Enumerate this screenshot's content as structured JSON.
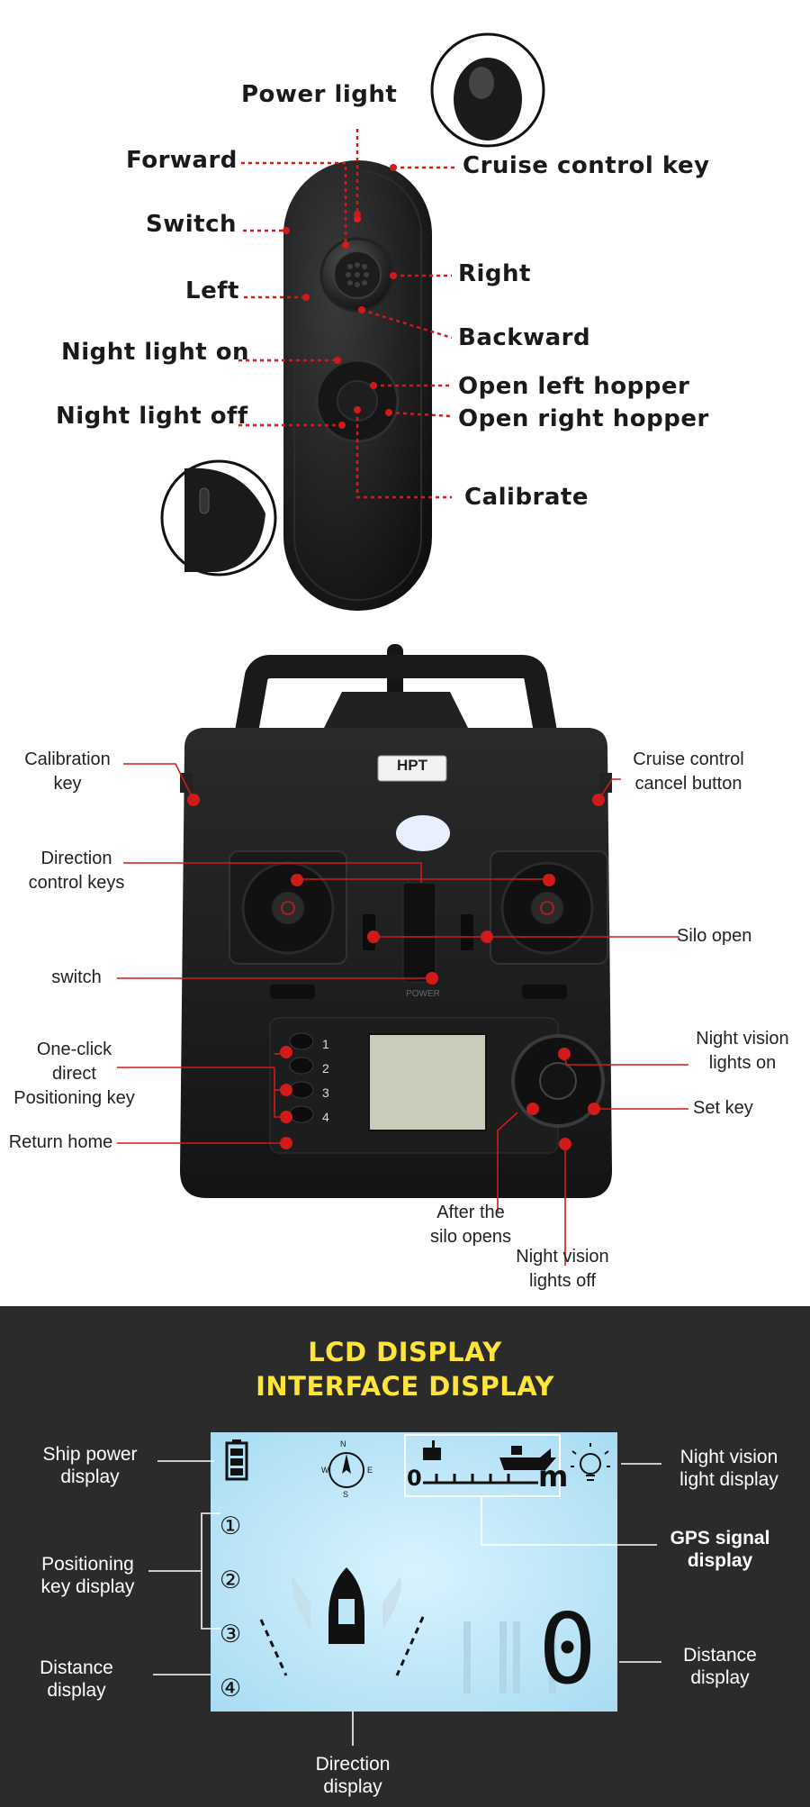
{
  "remote_small": {
    "labels": {
      "power_light": "Power  light",
      "forward": "Forward",
      "cruise_control_key": "Cruise control key",
      "switch": "Switch",
      "right": "Right",
      "left": "Left",
      "backward": "Backward",
      "night_light_on": "Night light on",
      "open_left_hopper": "Open left hopper",
      "night_light_off": "Night light off",
      "open_right_hopper": "Open right hopper",
      "calibrate": "Calibrate"
    }
  },
  "controller": {
    "brand": "HPT",
    "power_text": "POWER",
    "button_numbers": [
      "1",
      "2",
      "3",
      "4"
    ],
    "labels": {
      "calibration_key": "Calibration\nkey",
      "cruise_cancel": "Cruise control\ncancel button",
      "direction_keys": "Direction\ncontrol keys",
      "silo_open": "Silo open",
      "switch": "switch",
      "night_vision_on": "Night vision\nlights on",
      "one_click": "One-click\ndirect\nPositioning key",
      "set_key": "Set key",
      "return_home": "Return home",
      "after_silo": "After the\nsilo opens",
      "night_vision_off": "Night vision\nlights off"
    }
  },
  "lcd": {
    "title_line1": "LCD DISPLAY",
    "title_line2": "INTERFACE DISPLAY",
    "compass": [
      "N",
      "W",
      "E",
      "S"
    ],
    "gps_zero": "0",
    "gps_unit": "m",
    "distance_digit": "0",
    "position_keys": [
      "①",
      "②",
      "③",
      "④"
    ],
    "labels": {
      "ship_power": "Ship power\ndisplay",
      "night_vision": "Night vision\nlight display",
      "gps_signal": "GPS signal\ndisplay",
      "positioning": "Positioning\nkey display",
      "distance_left": "Distance\ndisplay",
      "distance_right": "Distance\ndisplay",
      "direction": "Direction\ndisplay"
    }
  },
  "colors": {
    "callout_red": "#d11a1a",
    "lcd_screen": "#bfe6f7",
    "lcd_title": "#ffe43a",
    "section3_bg": "#2b2b2b"
  }
}
